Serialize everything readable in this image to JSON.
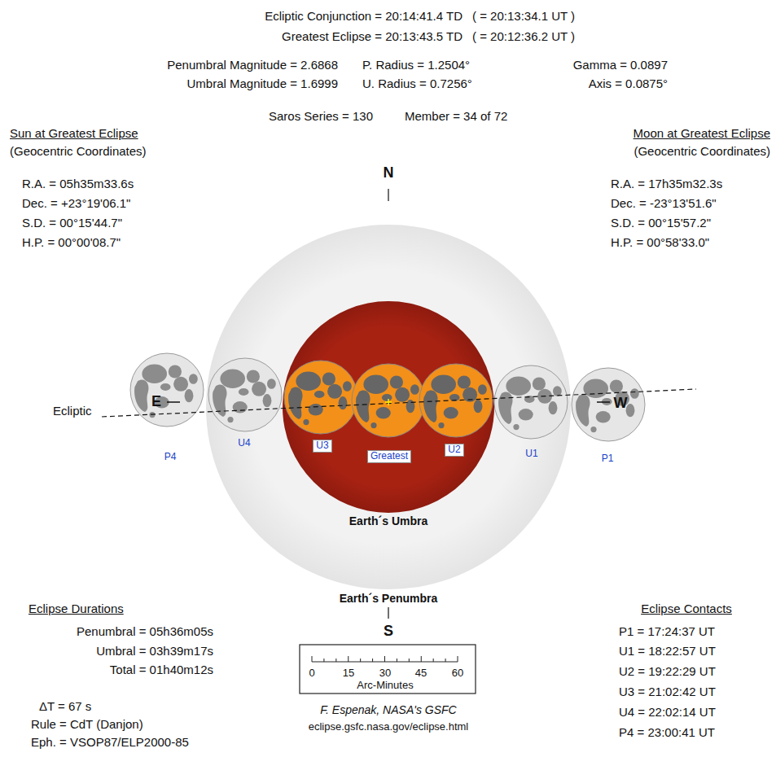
{
  "diagram": {
    "nodes": [
      {
        "text": [
          "Earth´s Penumbra"
        ]
      },
      {
        "text": [
          "Earth´s Umbra"
        ],
        "in": 0
      }
    ],
    "labels": [
      "Ecliptic Conjunction = 20:14:41.4 TD",
      "( = 20:13:34.1 UT )",
      "Greatest Eclipse = 20:13:43.5 TD",
      "( = 20:12:36.2 UT )",
      "Penumbral Magnitude = 2.6868",
      "P. Radius = 1.2504°",
      "Gamma = 0.0897",
      "Umbral Magnitude = 1.6999",
      "U. Radius = 0.7256°",
      "Axis = 0.0875°",
      "Saros Series = 130",
      "Member = 34 of 72",
      "Sun at Greatest Eclipse",
      "(Geocentric Coordinates)",
      "R.A. = 05h35m33.6s",
      "Dec. = +23°19'06.1\"",
      "S.D. = 00°15'44.7\"",
      "H.P. = 00°00'08.7\"",
      "Moon at Greatest Eclipse",
      "(Geocentric Coordinates)",
      "R.A. = 17h35m32.3s",
      "Dec. = -23°13'51.6\"",
      "S.D. = 00°15'57.2\"",
      "H.P. = 00°58'33.0\"",
      "N",
      "S",
      "E",
      "W",
      "Ecliptic",
      "P4",
      "U4",
      "U3",
      "Greatest",
      "U2",
      "U1",
      "P1",
      "Eclipse Durations",
      "Penumbral = 05h36m05s",
      "Umbral = 03h39m17s",
      "Total = 01h40m12s",
      "ΔT = 67 s",
      "Rule = CdT (Danjon)",
      "Eph. = VSOP87/ELP2000-85",
      "0",
      "15",
      "30",
      "45",
      "60",
      "Arc-Minutes",
      "F. Espenak, NASA's GSFC",
      "eclipse.gsfc.nasa.gov/eclipse.html",
      "Eclipse Contacts",
      "P1 = 17:24:37 UT",
      "U1 = 18:22:57 UT",
      "U2 = 19:22:29 UT",
      "U3 = 21:02:42 UT",
      "U4 = 22:02:14 UT",
      "P4 = 23:00:41 UT"
    ]
  }
}
